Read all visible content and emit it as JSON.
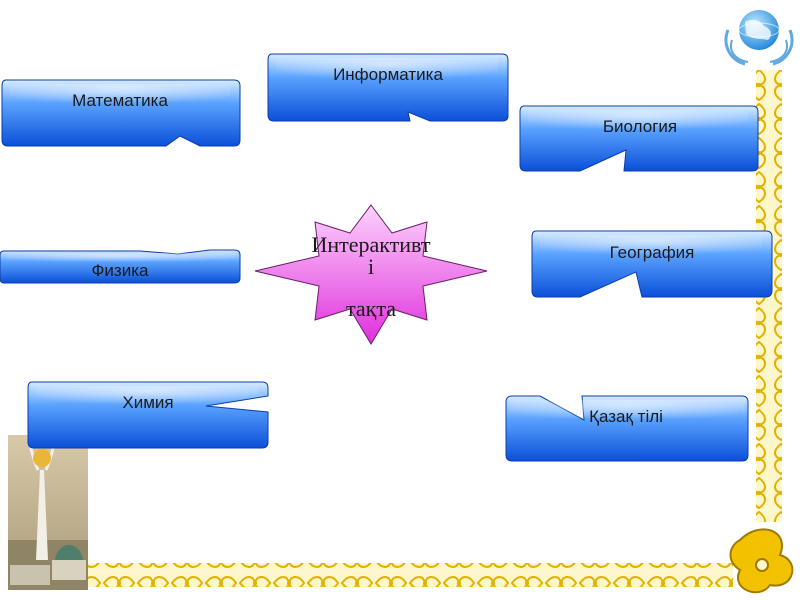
{
  "center": {
    "line1": "Интерактивт",
    "line2": "і",
    "line3": "тақта"
  },
  "subjects": {
    "informatics": "Информатика",
    "mathematics": "Математика",
    "biology": "Биология",
    "physics": "Физика",
    "geography": "География",
    "chemistry": "Химия",
    "kazakh": "Қазақ тілі"
  },
  "colors": {
    "callout_light": "#cfe6ff",
    "callout_mid": "#3a8cff",
    "callout_dark": "#0a4fd6",
    "star_top": "#f7a6f7",
    "star_bottom": "#e23be0",
    "ornament": "#e6b800"
  },
  "icons": [
    "globe-logo-icon",
    "bayterek-tower-image",
    "ornament-border"
  ]
}
